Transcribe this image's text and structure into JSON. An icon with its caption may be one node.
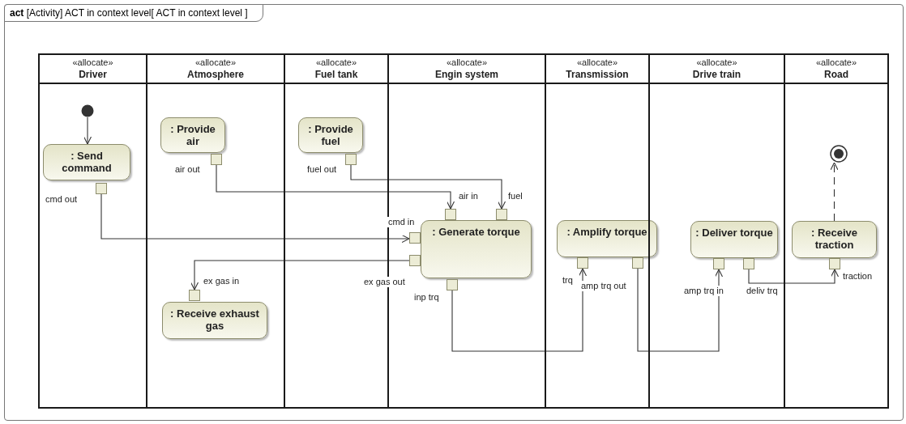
{
  "diagram": {
    "title": "**act** [Activity] ACT in context level[ ACT in context level ]",
    "nodes": [
      {
        "text": [
          "«allocate»",
          "Driver"
        ]
      },
      {
        "text": [
          "«allocate»",
          "Atmosphere"
        ]
      },
      {
        "text": [
          "«allocate»",
          "Fuel tank"
        ]
      },
      {
        "text": [
          "«allocate»",
          "Engin system"
        ]
      },
      {
        "text": [
          "«allocate»",
          "Transmission"
        ]
      },
      {
        "text": [
          "«allocate»",
          "Drive train"
        ]
      },
      {
        "text": [
          "«allocate»",
          "Road"
        ]
      },
      {
        "text": [],
        "shape": "circle",
        "in": 0
      },
      {
        "text": [
          ": Send command"
        ],
        "in": 0
      },
      {
        "text": [],
        "shape": "box",
        "beside": [
          "cmd out"
        ],
        "in": 0
      },
      {
        "text": [
          ": Provide air"
        ],
        "in": 1
      },
      {
        "text": [],
        "shape": "box",
        "beside": [
          "air out"
        ],
        "in": 1
      },
      {
        "text": [],
        "shape": "box",
        "beside": [
          "ex gas in"
        ],
        "in": 1
      },
      {
        "text": [
          ": Receive exhaust gas"
        ],
        "in": 1
      },
      {
        "text": [
          ": Provide fuel"
        ],
        "in": 2
      },
      {
        "text": [],
        "shape": "box",
        "beside": [
          "fuel out"
        ],
        "in": 2
      },
      {
        "text": [],
        "shape": "box",
        "beside": [
          "cmd in"
        ],
        "in": 3
      },
      {
        "text": [],
        "shape": "box",
        "beside": [
          "air in"
        ],
        "in": 3
      },
      {
        "text": [],
        "shape": "box",
        "beside": [
          "fuel"
        ],
        "in": 3
      },
      {
        "text": [
          ": Generate torque"
        ],
        "in": 3
      },
      {
        "text": [],
        "shape": "box",
        "beside": [
          "ex gas out"
        ],
        "in": 3
      },
      {
        "text": [],
        "shape": "box",
        "beside": [
          "inp trq"
        ],
        "in": 3
      },
      {
        "text": [
          ": Amplify torque"
        ],
        "in": 4
      },
      {
        "text": [],
        "shape": "box",
        "beside": [
          "trq"
        ],
        "in": 4
      },
      {
        "text": [],
        "shape": "box",
        "beside": [
          "amp trq out"
        ],
        "in": 4
      },
      {
        "text": [
          ": Deliver torque"
        ],
        "in": 5
      },
      {
        "text": [],
        "shape": "box",
        "beside": [
          "amp trq in"
        ],
        "in": 5
      },
      {
        "text": [],
        "shape": "box",
        "beside": [
          "deliv trq"
        ],
        "in": 5
      },
      {
        "text": [],
        "shape": "circle",
        "in": 6
      },
      {
        "text": [
          ": Receive traction"
        ],
        "in": 6
      },
      {
        "text": [],
        "shape": "box",
        "beside": [
          "traction"
        ],
        "in": 6
      }
    ],
    "edges": [
      {
        "from": 7,
        "to": 8,
        "arrow": "to"
      },
      {
        "from": 9,
        "to": 16,
        "arrow": "to"
      },
      {
        "from": 11,
        "to": 17,
        "arrow": "to"
      },
      {
        "from": 15,
        "to": 18,
        "arrow": "to"
      },
      {
        "from": 20,
        "to": 12,
        "arrow": "to"
      },
      {
        "from": 21,
        "to": 23,
        "arrow": "to"
      },
      {
        "from": 24,
        "to": 26,
        "arrow": "to"
      },
      {
        "from": 27,
        "to": 30,
        "arrow": "to"
      },
      {
        "from": 29,
        "to": 28,
        "arrow": "to",
        "style": "dashed"
      }
    ]
  }
}
